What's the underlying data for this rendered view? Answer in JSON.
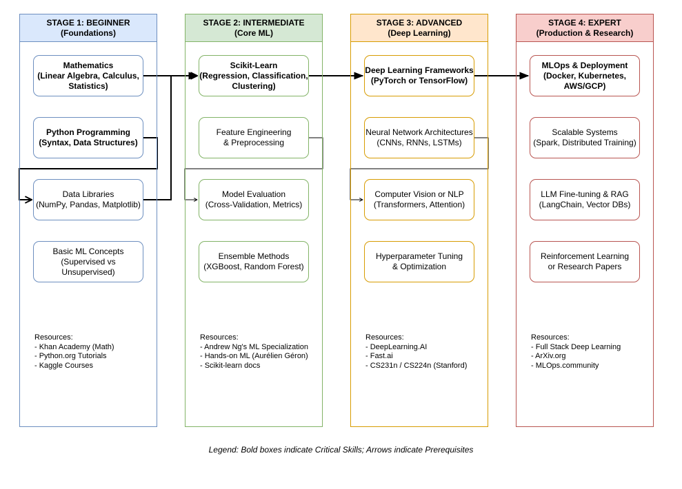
{
  "stages": [
    {
      "title": "STAGE 1: BEGINNER",
      "subtitle": "(Foundations)",
      "fill": "#dae8fc",
      "stroke": "#6c8ebf",
      "nodes": [
        {
          "lines": [
            "Mathematics",
            "(Linear Algebra, Calculus,",
            "Statistics)"
          ],
          "critical": true
        },
        {
          "lines": [
            "Python Programming",
            "(Syntax, Data Structures)"
          ],
          "critical": true
        },
        {
          "lines": [
            "Data Libraries",
            "(NumPy, Pandas, Matplotlib)"
          ],
          "critical": false
        },
        {
          "lines": [
            "Basic ML Concepts",
            "(Supervised vs",
            "Unsupervised)"
          ],
          "critical": false
        }
      ],
      "resources_title": "Resources:",
      "resources": [
        "- Khan Academy (Math)",
        "- Python.org Tutorials",
        "- Kaggle Courses"
      ]
    },
    {
      "title": "STAGE 2: INTERMEDIATE",
      "subtitle": "(Core ML)",
      "fill": "#d5e8d4",
      "stroke": "#82b366",
      "nodes": [
        {
          "lines": [
            "Scikit-Learn",
            "(Regression, Classification,",
            "Clustering)"
          ],
          "critical": true
        },
        {
          "lines": [
            "Feature Engineering",
            "& Preprocessing"
          ],
          "critical": false
        },
        {
          "lines": [
            "Model Evaluation",
            "(Cross-Validation, Metrics)"
          ],
          "critical": false
        },
        {
          "lines": [
            "Ensemble Methods",
            "(XGBoost, Random Forest)"
          ],
          "critical": false
        }
      ],
      "resources_title": "Resources:",
      "resources": [
        "- Andrew Ng's ML Specialization",
        "- Hands-on ML (Aurélien Géron)",
        "- Scikit-learn docs"
      ]
    },
    {
      "title": "STAGE 3: ADVANCED",
      "subtitle": "(Deep Learning)",
      "fill": "#ffe6cc",
      "stroke": "#d79b00",
      "nodes": [
        {
          "lines": [
            "Deep Learning Frameworks",
            "(PyTorch or TensorFlow)"
          ],
          "critical": true
        },
        {
          "lines": [
            "Neural Network Architectures",
            "(CNNs, RNNs, LSTMs)"
          ],
          "critical": false
        },
        {
          "lines": [
            "Computer Vision or NLP",
            "(Transformers, Attention)"
          ],
          "critical": false
        },
        {
          "lines": [
            "Hyperparameter Tuning",
            "& Optimization"
          ],
          "critical": false
        }
      ],
      "resources_title": "Resources:",
      "resources": [
        "- DeepLearning.AI",
        "- Fast.ai",
        "- CS231n / CS224n (Stanford)"
      ]
    },
    {
      "title": "STAGE 4: EXPERT",
      "subtitle": "(Production & Research)",
      "fill": "#f8cecc",
      "stroke": "#b85450",
      "nodes": [
        {
          "lines": [
            "MLOps & Deployment",
            "(Docker, Kubernetes,",
            "AWS/GCP)"
          ],
          "critical": true
        },
        {
          "lines": [
            "Scalable Systems",
            "(Spark, Distributed Training)"
          ],
          "critical": false
        },
        {
          "lines": [
            "LLM Fine-tuning & RAG",
            "(LangChain, Vector DBs)"
          ],
          "critical": false
        },
        {
          "lines": [
            "Reinforcement Learning",
            "or Research Papers"
          ],
          "critical": false
        }
      ],
      "resources_title": "Resources:",
      "resources": [
        "- Full Stack Deep Learning",
        "- ArXiv.org",
        "- MLOps.community"
      ]
    }
  ],
  "edges": [
    {
      "from": "0.0",
      "to": "1.0"
    },
    {
      "from": "1.0",
      "to": "2.0"
    },
    {
      "from": "2.0",
      "to": "3.0"
    },
    {
      "from": "0.1",
      "to": "0.2"
    },
    {
      "from": "0.2",
      "to": "1.0"
    },
    {
      "from": "1.1",
      "to": "1.2"
    },
    {
      "from": "2.1",
      "to": "2.2"
    }
  ],
  "legend": "Legend: Bold boxes indicate Critical Skills; Arrows indicate Prerequisites"
}
